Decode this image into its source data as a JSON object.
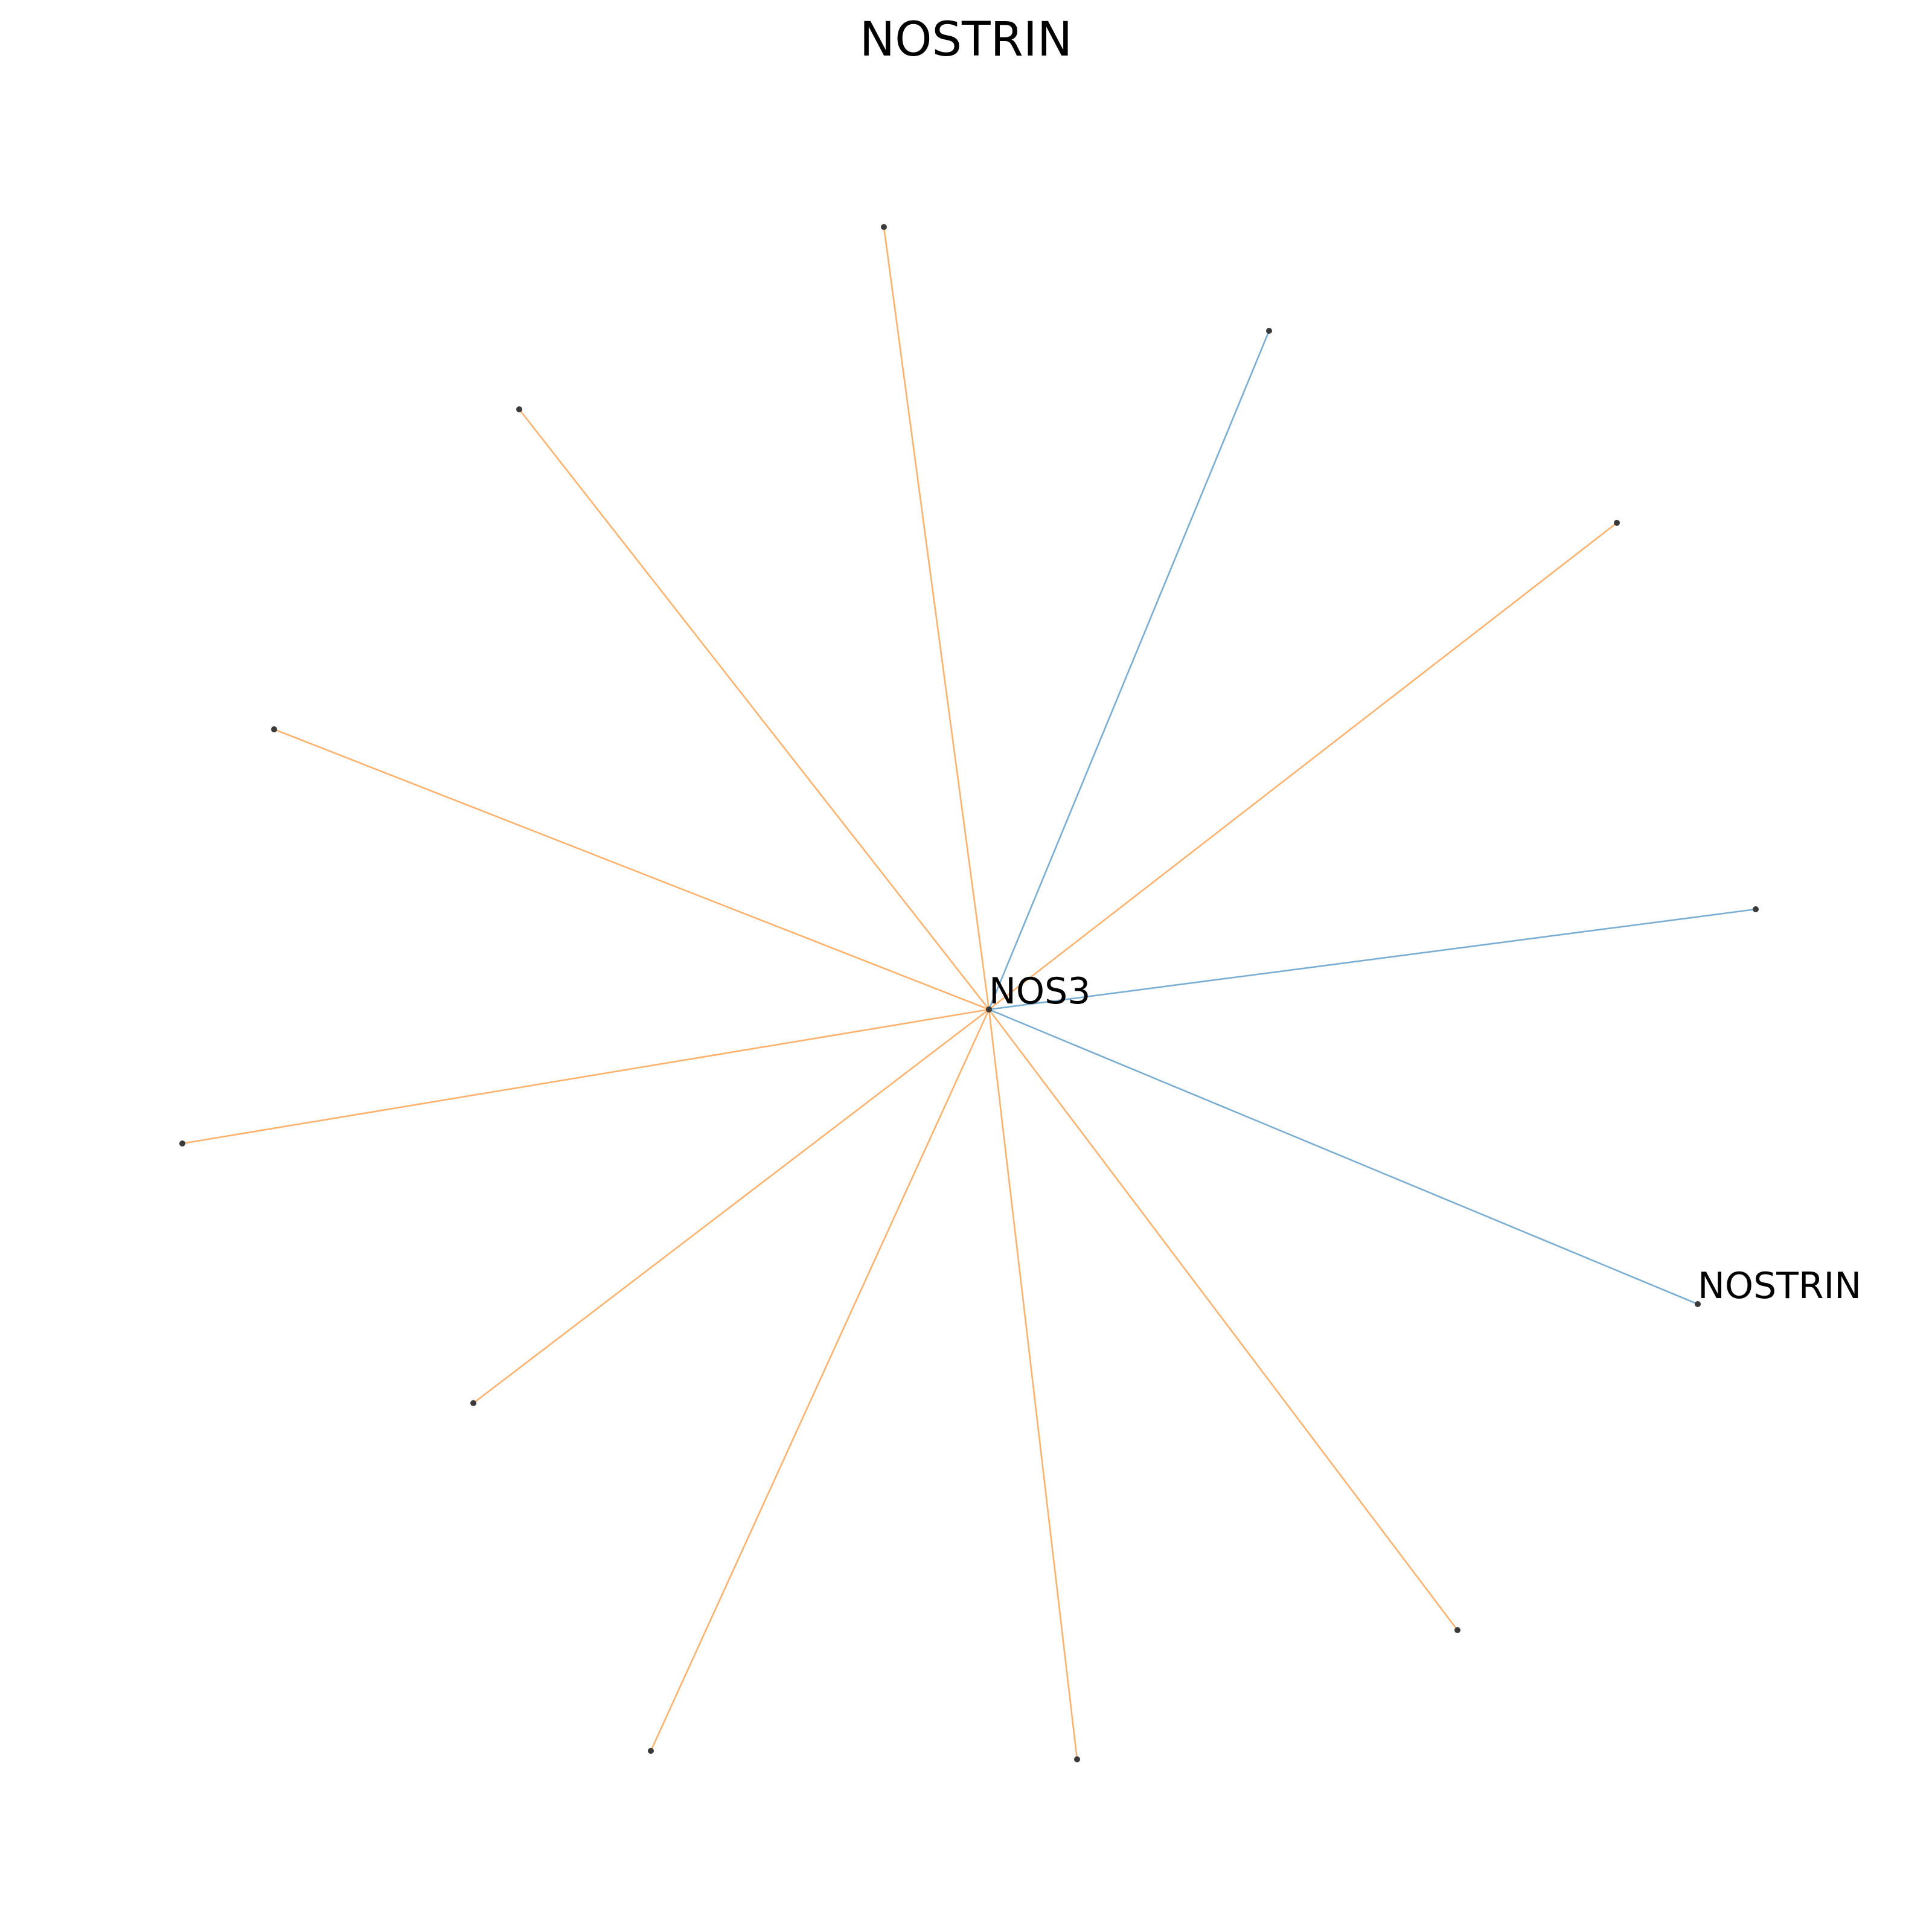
{
  "title": "NOSTRIN",
  "colors": {
    "edge_blue": "#1f77b4",
    "edge_orange": "#ff7f0e",
    "node": "#3a3a3a",
    "background": "#ffffff"
  },
  "center_node": {
    "id": "n0",
    "label": "NOS3"
  },
  "nodes": [
    {
      "id": "n0",
      "label": "NOS3"
    },
    {
      "id": "n1",
      "label": ""
    },
    {
      "id": "n2",
      "label": ""
    },
    {
      "id": "n3",
      "label": ""
    },
    {
      "id": "n4",
      "label": ""
    },
    {
      "id": "n5",
      "label": "NOSTRIN"
    },
    {
      "id": "n6",
      "label": ""
    },
    {
      "id": "n7",
      "label": ""
    },
    {
      "id": "n8",
      "label": ""
    },
    {
      "id": "n9",
      "label": ""
    },
    {
      "id": "n10",
      "label": ""
    },
    {
      "id": "n11",
      "label": ""
    },
    {
      "id": "n12",
      "label": ""
    },
    {
      "id": "n13",
      "label": ""
    }
  ],
  "edges": [
    {
      "source": "n0",
      "target": "n1",
      "type": "orange"
    },
    {
      "source": "n0",
      "target": "n2",
      "type": "blue"
    },
    {
      "source": "n0",
      "target": "n3",
      "type": "orange"
    },
    {
      "source": "n0",
      "target": "n4",
      "type": "blue"
    },
    {
      "source": "n0",
      "target": "n5",
      "type": "blue"
    },
    {
      "source": "n0",
      "target": "n6",
      "type": "orange"
    },
    {
      "source": "n0",
      "target": "n7",
      "type": "orange"
    },
    {
      "source": "n0",
      "target": "n8",
      "type": "orange"
    },
    {
      "source": "n0",
      "target": "n9",
      "type": "orange"
    },
    {
      "source": "n0",
      "target": "n10",
      "type": "orange"
    },
    {
      "source": "n0",
      "target": "n11",
      "type": "orange"
    },
    {
      "source": "n0",
      "target": "n12",
      "type": "orange"
    },
    {
      "source": "n0",
      "target": "n13",
      "type": "orange"
    }
  ]
}
